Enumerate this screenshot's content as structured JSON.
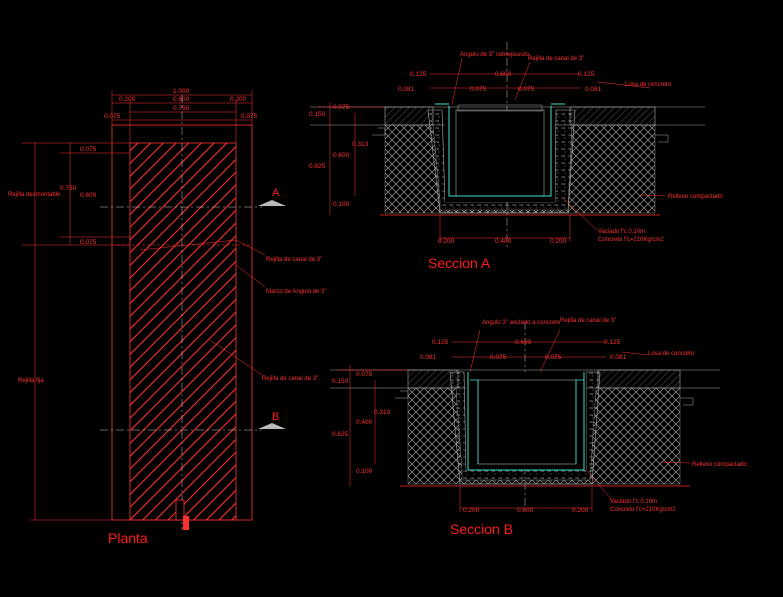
{
  "titles": {
    "planta": "Planta",
    "seccion_a": "Seccion A",
    "seccion_b": "Seccion B",
    "marker_a": "A",
    "marker_b": "B"
  },
  "planta": {
    "dims_top": [
      "1.000",
      "0.200",
      "0.600",
      "0.200",
      "0.750",
      "0.075",
      "0.075"
    ],
    "dims_left": [
      "0.075",
      "0.600",
      "0.075",
      "0.750"
    ],
    "labels": {
      "rejilla_desmontable": "Rejilla desmontable",
      "rejilla_fija": "Rejilla fija",
      "rejilla_canal_1": "Rejilla de canal de 3\"",
      "marco_angulo": "Marco de Angulo de 3\"",
      "rejilla_canal_2": "Rejilla de canal de 3\""
    }
  },
  "seccion_a": {
    "dims": [
      "0.125",
      "0.600",
      "0.125",
      "0.081",
      "0.075",
      "0.075",
      "0.081",
      "0.075",
      "0.150",
      "0.313",
      "0.600",
      "0.825",
      "0.100",
      "0.200",
      "0.400",
      "0.200"
    ],
    "labels": {
      "angulo": "Angulo de 3\" sobrepuesto",
      "rejilla": "Rejilla de canal de 3\"",
      "losa": "Losa de concreto",
      "relleno": "Relleno compactado",
      "vaciado": "Vaciado f'c 0.10m",
      "concreto": "Concreto f'c=210Kg/cm2"
    }
  },
  "seccion_b": {
    "dims": [
      "0.125",
      "0.600",
      "0.125",
      "0.081",
      "0.075",
      "0.075",
      "0.081",
      "0.075",
      "0.150",
      "0.313",
      "0.400",
      "0.625",
      "0.100",
      "0.200",
      "0.600",
      "0.200"
    ],
    "labels": {
      "angulo": "Angulo 3\" anclado a concreto",
      "rejilla": "Rejilla de canal de 3\"",
      "losa": "Losa de concreto",
      "relleno": "Relleno compactado",
      "vaciado": "Vaciado f'c 0.10m",
      "concreto": "Concreto f'c=210Kg/cm2"
    }
  },
  "colors": {
    "background": "#000000",
    "drawing_red": "#ff3030",
    "hatch": "#cccccc",
    "cyan": "#40e0d0",
    "axis": "#ffffff"
  }
}
